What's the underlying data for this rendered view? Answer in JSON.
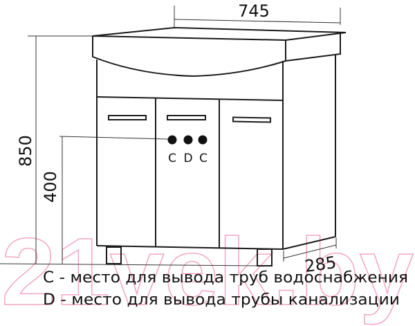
{
  "dimensions": {
    "width": "745",
    "height": "850",
    "pipe_height": "400",
    "depth": "285"
  },
  "markers": {
    "c_left": "C",
    "d": "D",
    "c_right": "C"
  },
  "legend": [
    "C - место для вывода труб водоснабжения",
    "D - место для вывода трубы канализации"
  ],
  "watermark": "21vek.by",
  "colors": {
    "line": "#1a1a1a",
    "watermark": "#f4a6c4"
  }
}
